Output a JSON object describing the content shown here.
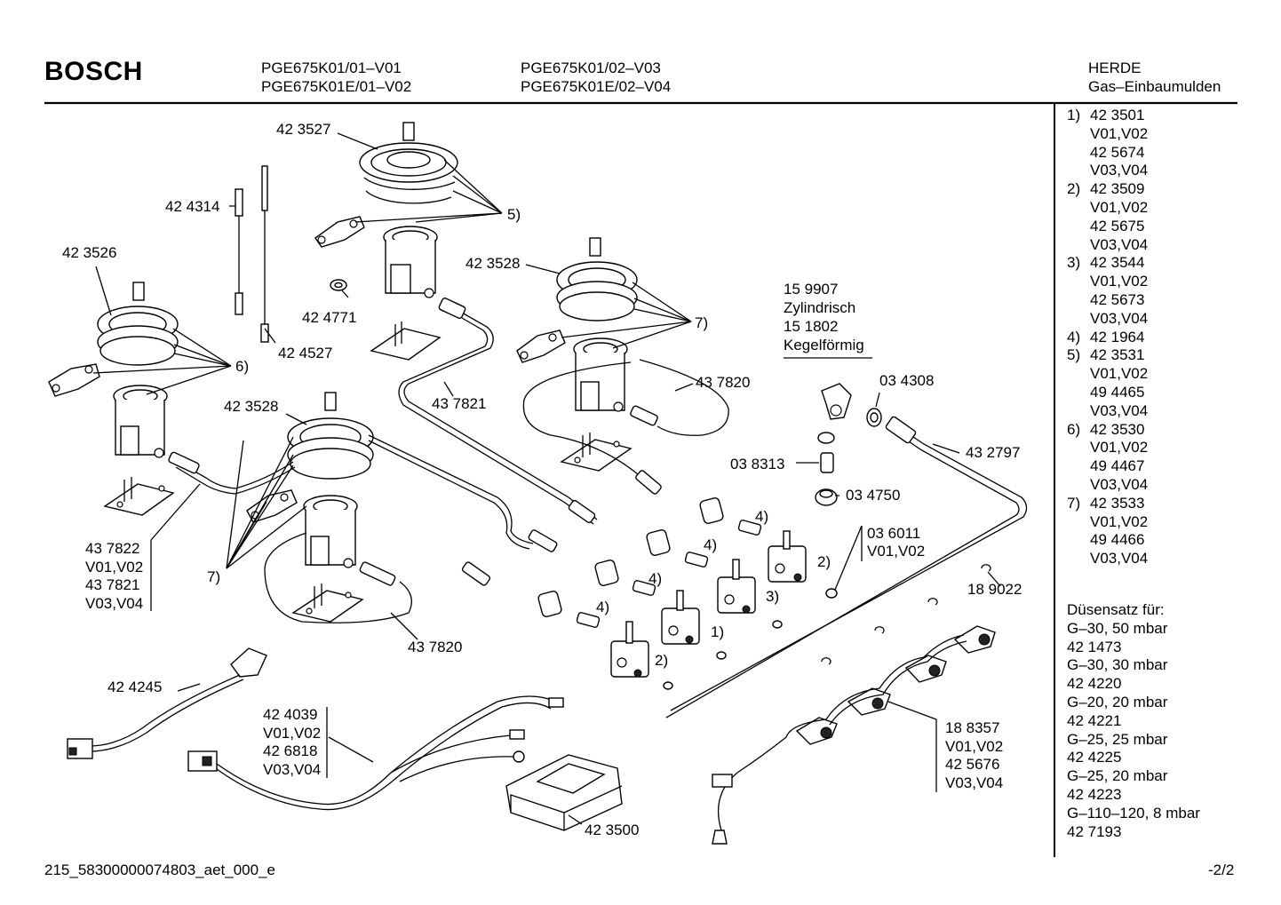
{
  "header": {
    "brand": "BOSCH",
    "models_col1": [
      "PGE675K01/01–V01",
      "PGE675K01E/01–V02"
    ],
    "models_col2": [
      "PGE675K01/02–V03",
      "PGE675K01E/02–V04"
    ],
    "category": [
      "HERDE",
      "Gas–Einbaumulden"
    ]
  },
  "labels": {
    "p423527": "42 3527",
    "p424314": "42 4314",
    "p423526": "42 3526",
    "p424771": "42 4771",
    "p424527": "42 4527",
    "p423528a": "42 3528",
    "p423528b": "42 3528",
    "c5": "5)",
    "c6": "6)",
    "c7a": "7)",
    "c7b": "7)",
    "p437821": "43 7821",
    "p437820a": "43 7820",
    "p437820b": "43 7820",
    "nozzle_types": [
      "15 9907",
      "Zylindrisch",
      "15 1802",
      "Kegelförmig"
    ],
    "p034308": "03 4308",
    "p038313": "03 8313",
    "p034750": "03 4750",
    "p432797": "43 2797",
    "p036011": [
      "03 6011",
      "V01,V02"
    ],
    "p189022": "18 9022",
    "c4a": "4)",
    "c4b": "4)",
    "c4c": "4)",
    "c4d": "4)",
    "c2a": "2)",
    "c2b": "2)",
    "c3": "3)",
    "c1": "1)",
    "group437822": [
      "43 7822",
      "V01,V02",
      "43 7821",
      "V03,V04"
    ],
    "p424245": "42 4245",
    "group424039": [
      "42 4039",
      "V01,V02",
      "42 6818",
      "V03,V04"
    ],
    "p423500": "42 3500",
    "group188357": [
      "18 8357",
      "V01,V02",
      "42 5676",
      "V03,V04"
    ]
  },
  "sidebar": {
    "entries": [
      {
        "num": "1)",
        "lines": [
          "42 3501",
          "V01,V02",
          "42 5674",
          "V03,V04"
        ]
      },
      {
        "num": "2)",
        "lines": [
          "42 3509",
          "V01,V02",
          "42 5675",
          "V03,V04"
        ]
      },
      {
        "num": "3)",
        "lines": [
          "42 3544",
          "V01,V02",
          "42 5673",
          "V03,V04"
        ]
      },
      {
        "num": "4)",
        "lines": [
          "42 1964"
        ]
      },
      {
        "num": "5)",
        "lines": [
          "42 3531",
          "V01,V02",
          "49 4465",
          "V03,V04"
        ]
      },
      {
        "num": "6)",
        "lines": [
          "42 3530",
          "V01,V02",
          "49 4467",
          "V03,V04"
        ]
      },
      {
        "num": "7)",
        "lines": [
          "42 3533",
          "V01,V02",
          "49 4466",
          "V03,V04"
        ]
      }
    ],
    "nozzle_title": "Düsensatz für:",
    "nozzle_lines": [
      "G–30, 50 mbar",
      "42 1473",
      "G–30, 30 mbar",
      "42 4220",
      "G–20, 20 mbar",
      "42 4221",
      "G–25, 25 mbar",
      "42 4225",
      "G–25, 20 mbar",
      "42 4223",
      "G–110–120, 8 mbar",
      "42 7193"
    ]
  },
  "footer": {
    "doc_id": "215_58300000074803_aet_000_e",
    "page": "-2/2"
  }
}
